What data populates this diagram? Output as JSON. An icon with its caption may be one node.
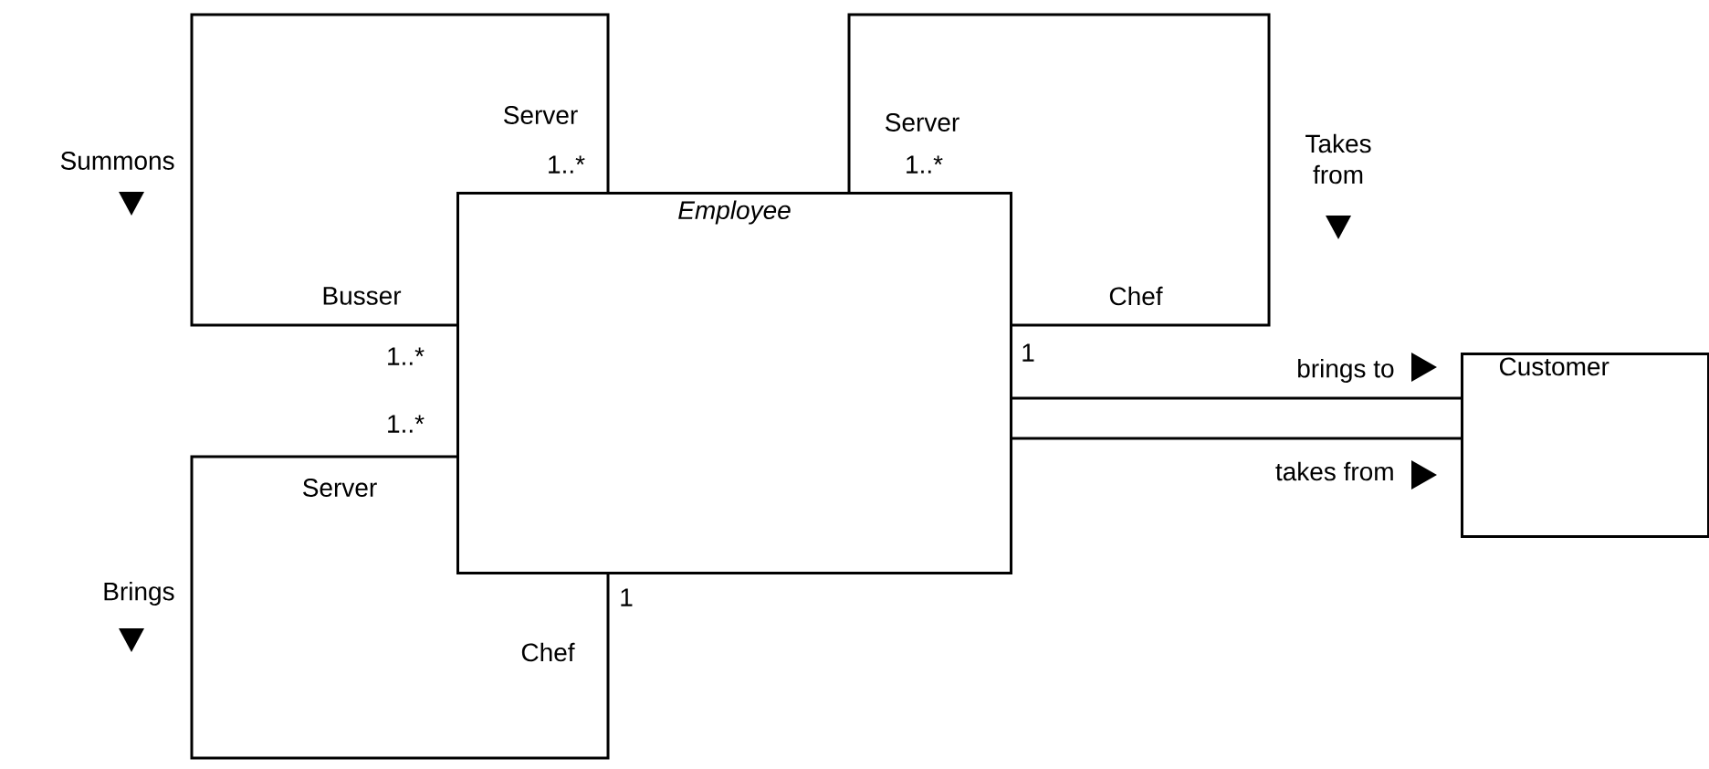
{
  "diagram": {
    "nodes": [
      {
        "text": [
          "Employee"
        ]
      },
      {
        "text": [
          "Customer"
        ]
      }
    ],
    "edges": [
      {
        "from": 0,
        "to": 0,
        "arrow": "none",
        "label": "Summons"
      },
      {
        "from": 0,
        "to": 0,
        "arrow": "none",
        "label": "Takes from"
      },
      {
        "from": 0,
        "to": 0,
        "arrow": "none",
        "label": "Brings"
      },
      {
        "from": 0,
        "to": 1,
        "arrow": "none",
        "label": "brings to"
      },
      {
        "from": 0,
        "to": 1,
        "arrow": "none",
        "label": "takes from"
      }
    ],
    "labels": [
      "Server",
      "Server",
      "1..*",
      "1..*",
      "Busser",
      "Chef",
      "1",
      "1..*",
      "1..*",
      "Server",
      "1",
      "Chef"
    ]
  }
}
